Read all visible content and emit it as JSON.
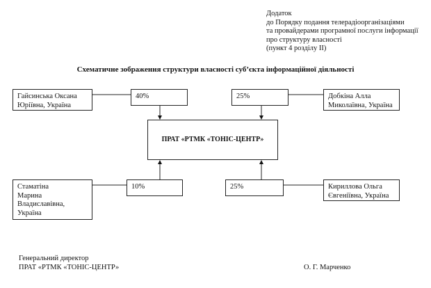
{
  "header": {
    "lines": [
      "Додаток",
      "до Порядку подання телерадіоорганізаціями",
      "та провайдерами програмної послуги інформації",
      "про структуру власності",
      "(пункт 4 розділу II)"
    ]
  },
  "title": "Схематичне зображення структури власності суб’єкта інформаційної діяльності",
  "company": "ПРАТ «РТМК «ТОНІС-ЦЕНТР»",
  "owners": [
    {
      "name": "Гайсинська Оксана Юріївна, Україна",
      "share": "40%"
    },
    {
      "name": "Добкіна Алла Миколаївна, Україна",
      "share": "25%"
    },
    {
      "name": "Стаматіна Марина Владиславівна, Україна",
      "share": "10%"
    },
    {
      "name": "Кириллова Ольга Євгеніївна, Україна",
      "share": "25%"
    }
  ],
  "footer": {
    "position": "Генеральний директор",
    "company": "ПРАТ «РТМК «ТОНІС-ЦЕНТР»",
    "signatory": "О. Г. Марченко"
  }
}
